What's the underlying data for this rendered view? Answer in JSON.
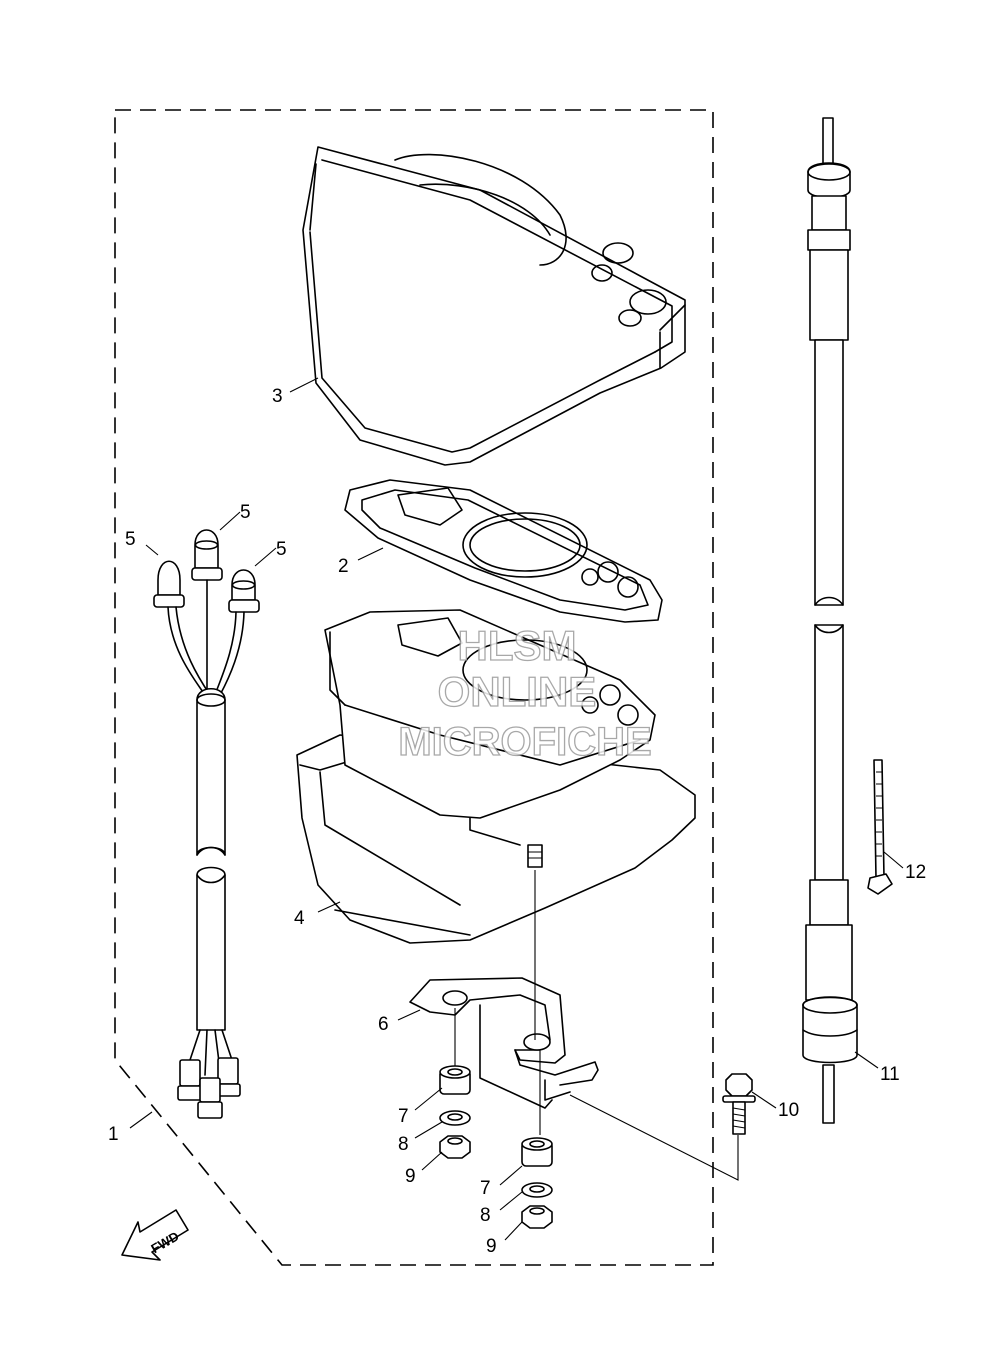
{
  "callouts": {
    "c1": "1",
    "c2": "2",
    "c3": "3",
    "c4": "4",
    "c5a": "5",
    "c5b": "5",
    "c5c": "5",
    "c6": "6",
    "c7a": "7",
    "c7b": "7",
    "c8a": "8",
    "c8b": "8",
    "c9a": "9",
    "c9b": "9",
    "c10": "10",
    "c11": "11",
    "c12": "12"
  },
  "direction_label": "FWD",
  "watermark": {
    "line1": "HLSM",
    "line2": "ONLINE",
    "line3": "MICROFICHE"
  }
}
